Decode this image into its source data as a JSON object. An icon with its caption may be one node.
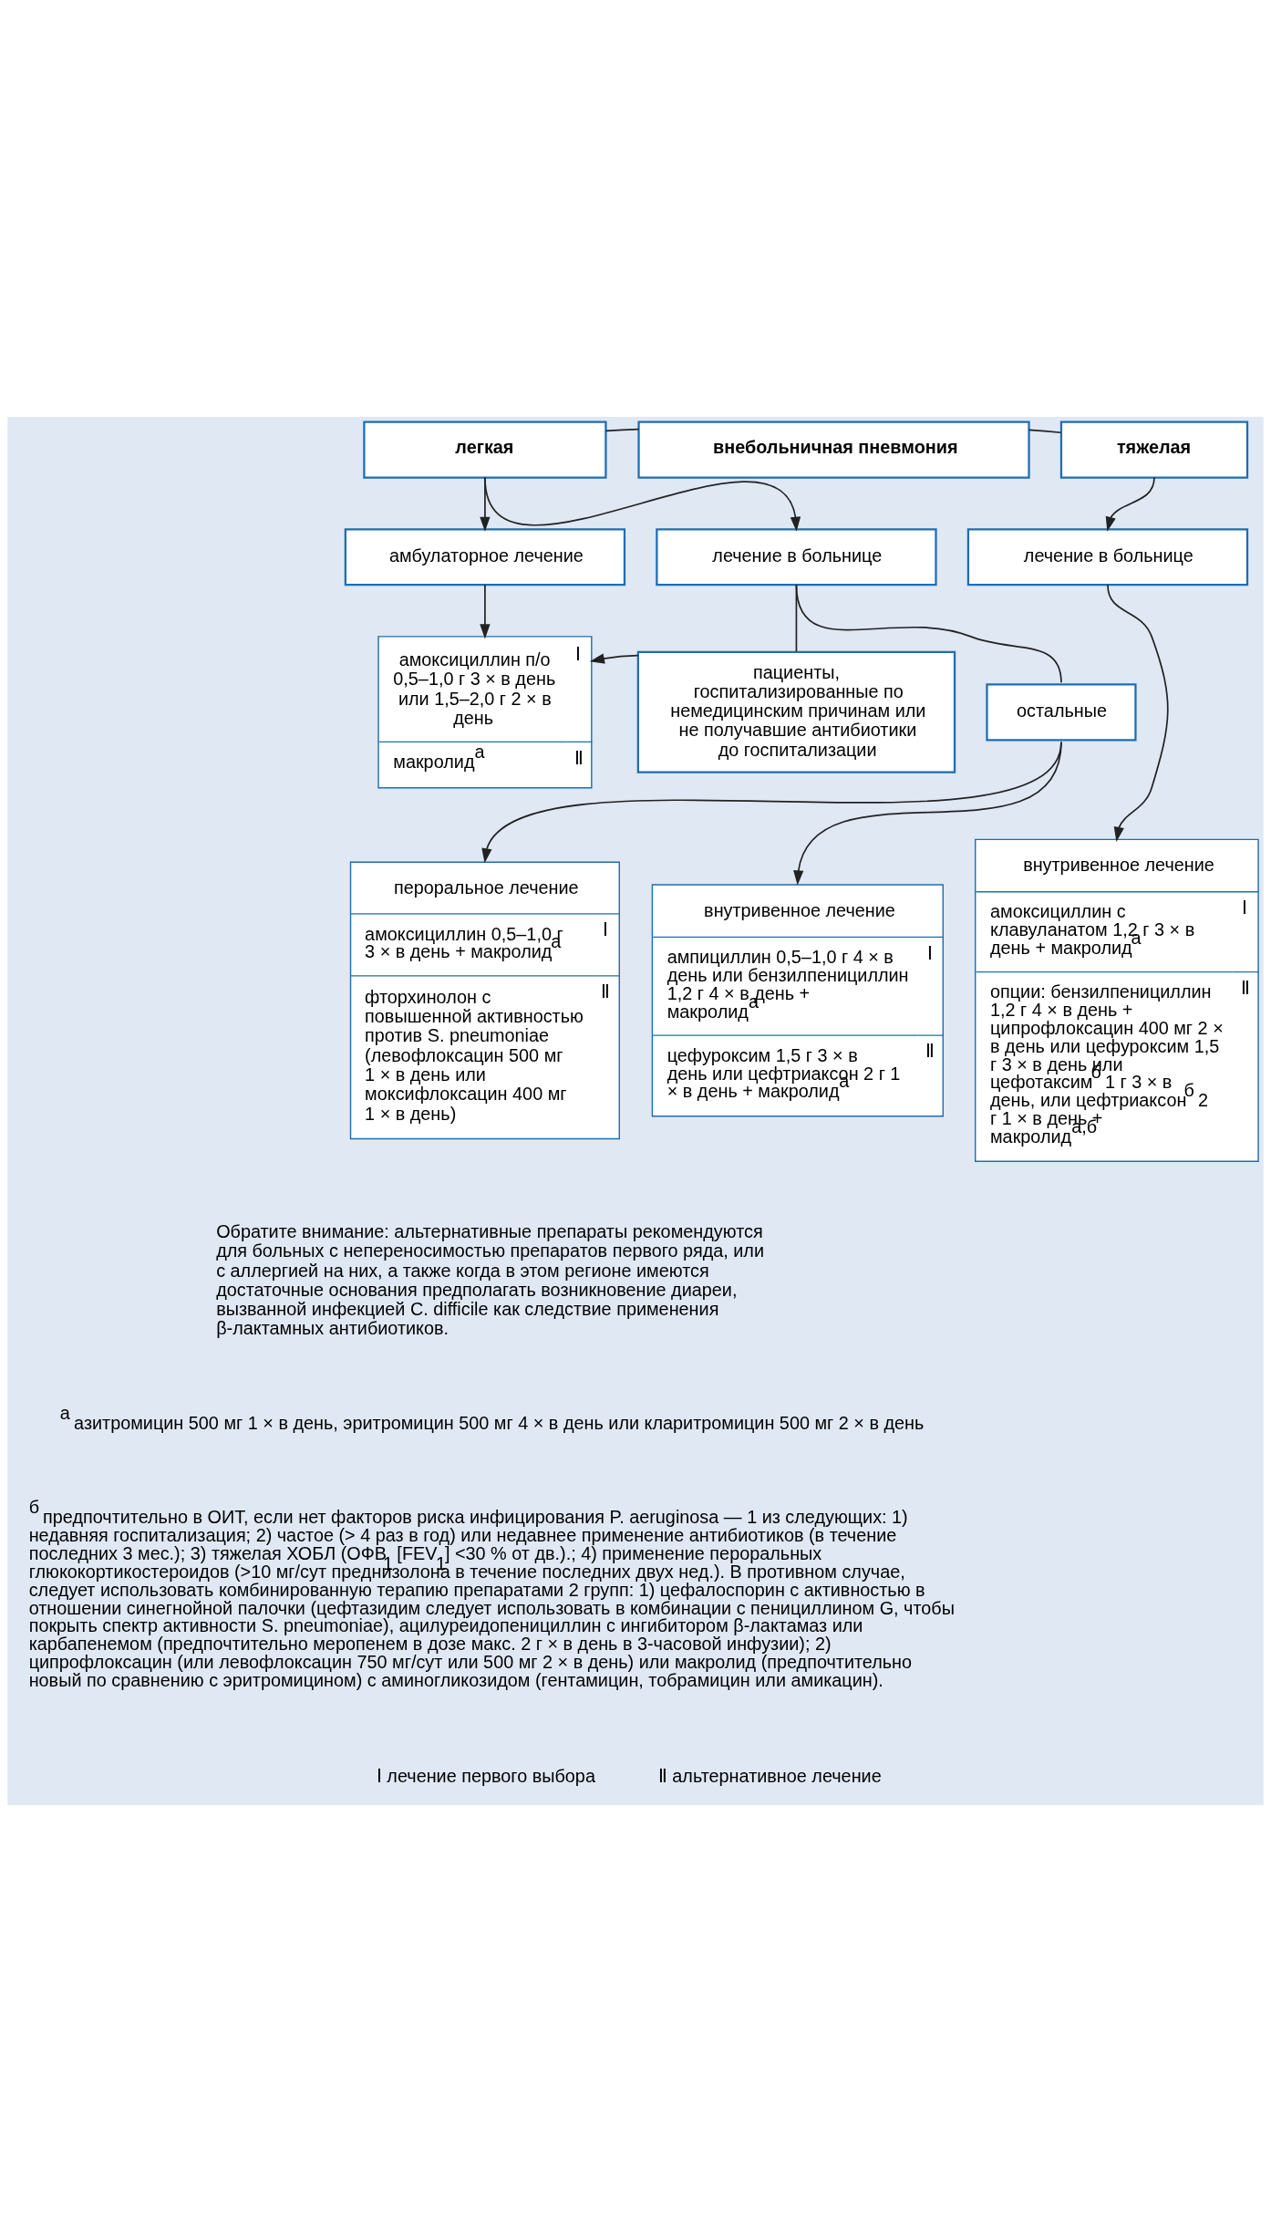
{
  "diagram": {
    "nodes": [
      {
        "text": [
          "легкая"
        ]
      },
      {
        "text": [
          "внебольничная пневмония"
        ]
      },
      {
        "text": [
          "тяжелая"
        ]
      },
      {
        "text": [
          "амбулаторное лечение"
        ]
      },
      {
        "text": [
          "лечение в больнице"
        ]
      },
      {
        "text": [
          "лечение в больнице"
        ]
      },
      {
        "text": [
          "амоксициллин п/о 0,5–1,0 г 3 × в день или 1,5–2,0 г 2 × в день",
          "Ⅰ",
          "макролид$^{а}$",
          "Ⅱ"
        ]
      },
      {
        "text": [
          "пациенты, госпитализированные по немедицинским причинам или не получавшие антибиотики до госпитализации"
        ]
      },
      {
        "text": [
          "остальные"
        ]
      },
      {
        "text": [
          "пероральное лечение",
          "амоксициллин 0,5–1,0 г 3 × в день + макролид$^{а}$",
          "Ⅰ",
          "фторхинолон с повышенной активностью против S. pneumoniae (левофлоксацин 500 мг 1 × в день или моксифлоксацин 400 мг 1 × в день)",
          "Ⅱ"
        ]
      },
      {
        "text": [
          "внутривенное лечение",
          "ампициллин 0,5–1,0 г 4 × в день или бензилпенициллин 1,2 г 4 × в день + макролид$^{а}$",
          "Ⅰ",
          "цефуроксим 1,5 г 3 × в день или цефтриаксон 2 г 1 × в день + макролид$^{а}$",
          "Ⅱ"
        ]
      },
      {
        "text": [
          "внутривенное лечение",
          "амоксициллин с клавуланатом 1,2 г 3 × в день + макролид$^{а}$",
          "Ⅰ",
          "опции: бензилпенициллин 1,2 г 4 × в день + ципрофлоксацин 400 мг 2 × в день или цефуроксим 1,5 г 3 × в день или цефотаксим$^{б}$ 1 г 3 × в день, или цефтриаксон$^{б}$ 2 г 1 × в день + макролид$^{а,б}$",
          "Ⅱ"
        ]
      }
    ],
    "edges": [
      {
        "from": 0,
        "to": 1,
        "arrow": "none"
      },
      {
        "from": 1,
        "to": 2,
        "arrow": "none"
      },
      {
        "from": 0,
        "to": 3,
        "arrow": "to"
      },
      {
        "from": 0,
        "to": 4,
        "arrow": "to"
      },
      {
        "from": 2,
        "to": 5,
        "arrow": "to"
      },
      {
        "from": 3,
        "to": 6,
        "arrow": "to"
      },
      {
        "from": 4,
        "to": 7,
        "arrow": "none"
      },
      {
        "from": 4,
        "to": 8,
        "arrow": "none"
      },
      {
        "from": 7,
        "to": 6,
        "arrow": "to"
      },
      {
        "from": 8,
        "to": 9,
        "arrow": "to"
      },
      {
        "from": 8,
        "to": 10,
        "arrow": "to"
      },
      {
        "from": 5,
        "to": 11,
        "arrow": "to"
      }
    ],
    "labels": [
      "Обратите внимание: альтернативные препараты рекомендуются для больных с непереносимостью препаратов первого ряда, или с аллергией на них, а также когда в этом регионе имеются достаточные основания предполагать возникновение диареи, вызванной инфекцией C. difficile как следствие применения β-лактамных антибиотиков.",
      "$^{а}$ азитромицин 500 мг 1 × в день, эритромицин 500 мг 4 × в день или кларитромицин 500 мг 2 × в день",
      "$^{б}$ предпочтительно в ОИТ, если нет факторов риска инфицирования P. aeruginosa — 1 из следующих: 1) недавняя госпитализация; 2) частое (> 4 раз в год) или недавнее применение антибиотиков (в течение последних 3 мес.); 3) тяжелая ХОБЛ (ОФВ$_{1}$ [FEV$_{1}$] <30 % от дв.).; 4) применение пероральных глюкокортикостероидов (>10 мг/сут преднизолона в течение последних двух нед.). В противном случае, следует использовать комбинированную терапию препаратами 2 групп: 1) цефалоспорин с активностью в отношении синегнойной палочки (цефтазидим следует использовать в комбинации с пенициллином G, чтобы покрыть спектр активности S. pneumoniae), ацилуреидопенициллин с ингибитором β-лактамаз или карбапенемом (предпочтительно меропенем в дозе макс. 2 г × в день в 3-часовой инфузии); 2) ципрофлоксацин (или левофлоксацин 750 мг/сут или 500 мг 2 × в день) или макролид (предпочтительно новый по сравнению с эритромицином) с аминогликозидом (гентамицин, тобрамицин или амикацин).",
      "Ⅰ лечение первого выбора",
      "Ⅱ альтернативное лечение"
    ]
  }
}
